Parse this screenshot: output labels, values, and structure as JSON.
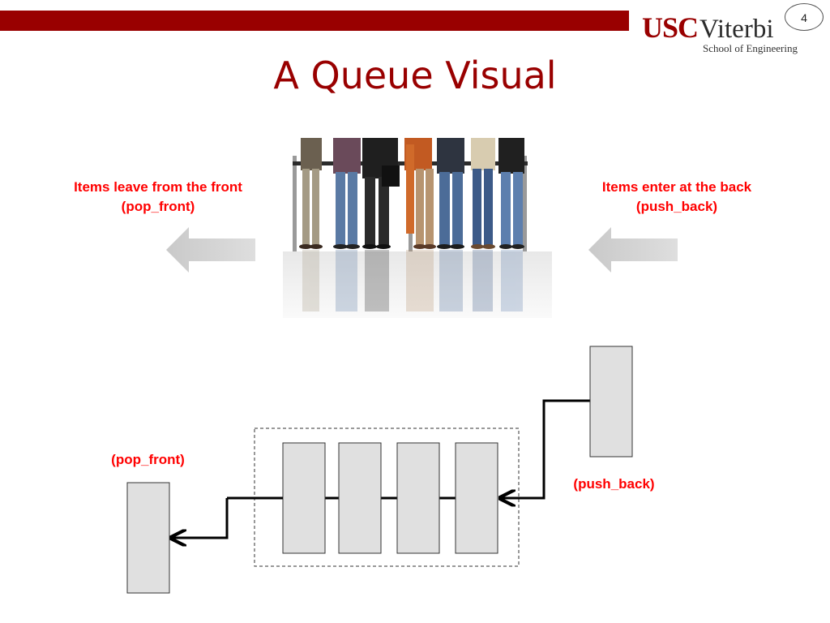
{
  "header": {
    "slide_number": "4",
    "logo_main": "USC",
    "logo_secondary": "Viterbi",
    "logo_subtitle": "School of Engineering",
    "accent_color": "#990000"
  },
  "title": "A Queue Visual",
  "captions": {
    "leave_line1": "Items leave from the front",
    "leave_line2": "(pop_front)",
    "enter_line1": "Items enter at the back",
    "enter_line2": "(push_back)"
  },
  "diagram": {
    "pop_label": "(pop_front)",
    "push_label": "(push_back)",
    "queue_item_count": 4,
    "label_color": "#ff0000",
    "box_fill": "#e0e0e0"
  },
  "icons": {
    "left_arrow": "arrow-left-icon",
    "right_arrow": "arrow-left-icon"
  }
}
